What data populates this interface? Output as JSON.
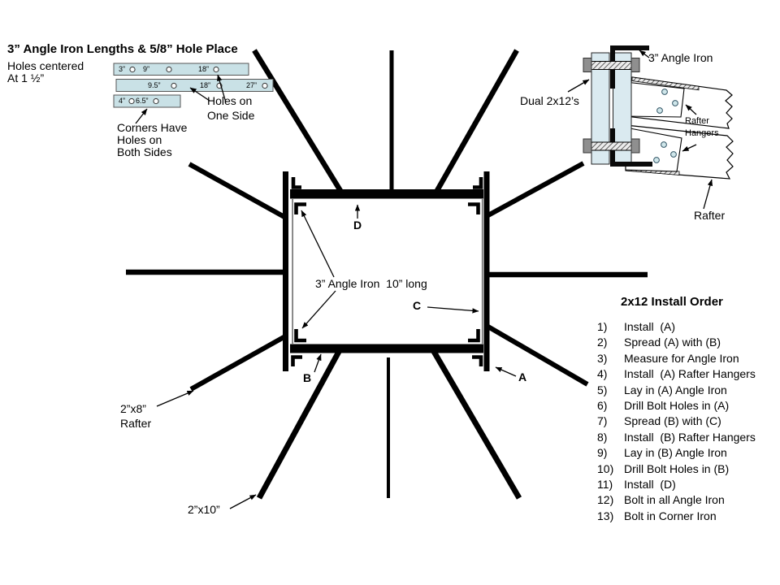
{
  "page": {
    "background": "#ffffff"
  },
  "colors": {
    "line": "#000000",
    "bar_fill": "#c9e1e6",
    "board_fill": "#daeaf0",
    "hanger_hole_fill": "#cfe6ea",
    "nut_gray": "#8f8f8f",
    "thin_gray": "#6e6e6e"
  },
  "hole_chart": {
    "title": "3” Angle Iron Lengths & 5/8” Hole Place",
    "line1": "Holes centered",
    "line2": "At 1 ½”",
    "bars": [
      {
        "labels": [
          "3”",
          "9”",
          "18”"
        ]
      },
      {
        "labels": [
          "9.5”",
          "18”",
          "27”"
        ]
      },
      {
        "labels": [
          "4”",
          "6.5”"
        ]
      }
    ],
    "one_side_note": [
      "Holes on",
      "One Side"
    ],
    "corners_note": [
      "Corners Have",
      "Holes on",
      "Both Sides"
    ]
  },
  "detail": {
    "angle_iron": "3” Angle Iron",
    "dual": "Dual 2x12’s",
    "hangers": [
      "Rafter",
      "Hangers"
    ],
    "rafter": "Rafter"
  },
  "plan": {
    "note": "3” Angle Iron  10” long",
    "d": "D",
    "c": "C",
    "b": "B",
    "a": "A",
    "rafter_2x8": [
      "2”x8”",
      "Rafter"
    ],
    "rafter_2x10": "2”x10”"
  },
  "install_order": {
    "title": "2x12 Install Order",
    "items": [
      {
        "n": "1)",
        "t": "Install  (A)"
      },
      {
        "n": "2)",
        "t": "Spread (A) with (B)"
      },
      {
        "n": "3)",
        "t": "Measure for Angle Iron"
      },
      {
        "n": "4)",
        "t": "Install  (A) Rafter Hangers"
      },
      {
        "n": "5)",
        "t": "Lay in (A) Angle Iron"
      },
      {
        "n": "6)",
        "t": "Drill Bolt Holes in (A)"
      },
      {
        "n": "7)",
        "t": "Spread (B) with (C)"
      },
      {
        "n": "8)",
        "t": "Install  (B) Rafter Hangers"
      },
      {
        "n": "9)",
        "t": "Lay in (B) Angle Iron"
      },
      {
        "n": "10)",
        "t": "Drill Bolt Holes in (B)"
      },
      {
        "n": "11)",
        "t": "Install  (D)"
      },
      {
        "n": "12)",
        "t": "Bolt in all Angle Iron"
      },
      {
        "n": "13)",
        "t": "Bolt in Corner Iron"
      }
    ]
  }
}
